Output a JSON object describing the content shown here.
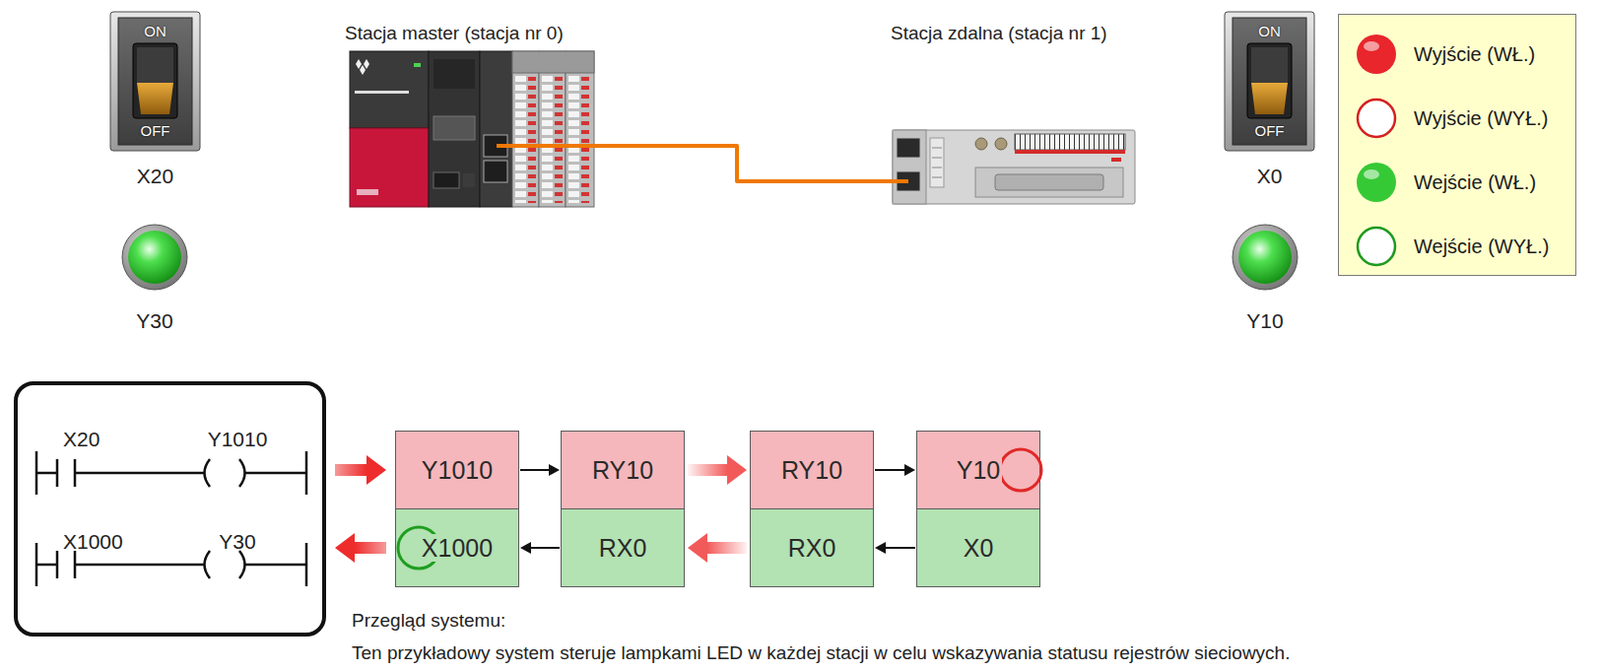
{
  "diagram": {
    "nodes": [
      {
        "text": [
          "ON",
          "OFF",
          "X20"
        ]
      },
      {
        "text": [
          "Stacja master (stacja nr 0)"
        ]
      },
      {
        "text": [
          "Stacja zdalna (stacja nr 1)"
        ]
      },
      {
        "text": [
          "ON",
          "OFF",
          "X0"
        ]
      },
      {
        "text": [
          "Y30"
        ]
      },
      {
        "text": [
          "Y10"
        ]
      },
      {
        "text": [
          "X20",
          "Y1010",
          "X1000",
          "Y30"
        ]
      },
      {
        "text": [
          "Y1010"
        ]
      },
      {
        "text": [
          "RY10"
        ]
      },
      {
        "text": [
          "RY10"
        ]
      },
      {
        "text": [
          "Y10"
        ]
      },
      {
        "text": [
          "X1000"
        ]
      },
      {
        "text": [
          "RX0"
        ]
      },
      {
        "text": [
          "RX0"
        ]
      },
      {
        "text": [
          "X0"
        ]
      }
    ],
    "edges": [
      {
        "from": 1,
        "to": 2,
        "arrow": "none"
      },
      {
        "from": 6,
        "to": 7,
        "arrow": "to"
      },
      {
        "from": 7,
        "to": 8,
        "arrow": "to"
      },
      {
        "from": 8,
        "to": 9,
        "arrow": "to"
      },
      {
        "from": 9,
        "to": 10,
        "arrow": "to"
      },
      {
        "from": 14,
        "to": 13,
        "arrow": "to"
      },
      {
        "from": 13,
        "to": 12,
        "arrow": "to"
      },
      {
        "from": 12,
        "to": 11,
        "arrow": "to"
      },
      {
        "from": 11,
        "to": 6,
        "arrow": "to"
      }
    ],
    "labels": [
      "Przegląd systemu:",
      "Ten przykładowy system steruje lampkami LED w każdej stacji w celu wskazywania statusu rejestrów sieciowych."
    ],
    "legend": [
      {
        "text": "Wyjście (WŁ.)",
        "color": "#e8262b"
      },
      {
        "text": "Wyjście (WYŁ.)"
      },
      {
        "text": "Wejście (WŁ.)",
        "color": "#36c936"
      },
      {
        "text": "Wejście (WYŁ.)"
      }
    ]
  }
}
